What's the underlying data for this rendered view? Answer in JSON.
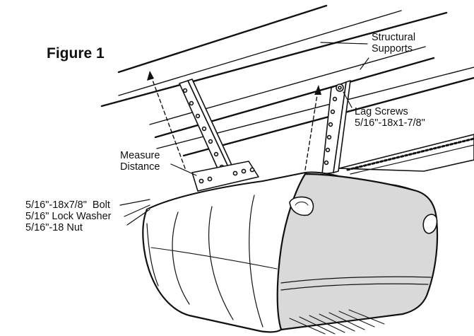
{
  "figure": {
    "title": "Figure 1"
  },
  "labels": {
    "structural_supports_line1": "Structural",
    "structural_supports_line2": "Supports",
    "lag_screws_line1": "Lag Screws",
    "lag_screws_line2": "5/16\"-18x1-7/8\"",
    "measure_line1": "Measure",
    "measure_line2": "Distance",
    "bolt": "5/16\"-18x7/8\"  Bolt",
    "washer": "5/16\" Lock Washer",
    "nut": "5/16\"-18 Nut"
  },
  "colors": {
    "ink": "#111111",
    "shade": "#d9d9d9"
  }
}
